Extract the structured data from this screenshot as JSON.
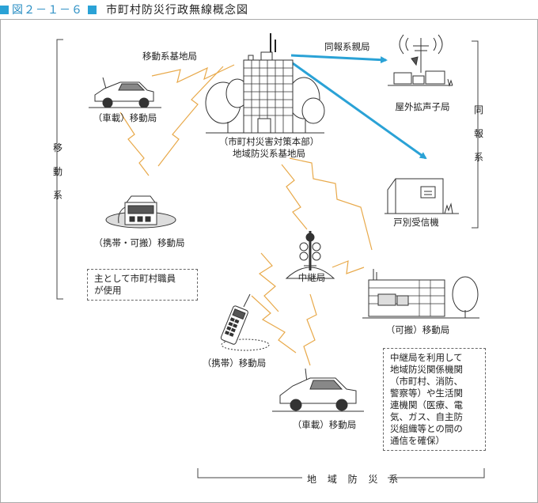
{
  "header": {
    "figure_number": "図２－１－６",
    "title": "市町村防災行政無線概念図"
  },
  "labels": {
    "mobile_base": "移動系基地局",
    "broadcast_parent": "同報系親局",
    "hq_line1": "（市町村災害対策本部）",
    "hq_line2": "地域防災系基地局",
    "outdoor_speaker": "屋外拡声子局",
    "household_receiver": "戸別受信機",
    "vehicle_mobile_top": "（車載）移動局",
    "portable_mobile": "（携帯・可搬）移動局",
    "relay_station": "中継局",
    "transportable_mobile": "（可搬）移動局",
    "handheld_mobile": "（携帯）移動局",
    "vehicle_mobile_bottom": "（車載）移動局"
  },
  "groups": {
    "mobile_system": [
      "移",
      "動",
      "系"
    ],
    "broadcast_system": [
      "同",
      "報",
      "系"
    ],
    "regional_system": "地 域 防 災 系"
  },
  "notes": {
    "staff_use": [
      "主として市町村職員",
      "が使用"
    ],
    "relay_use": [
      "中継局を利用して",
      "地域防災関係機関",
      "（市町村、消防、",
      "警察等）や生活関",
      "連機関（医療、電",
      "気、ガス、自主防",
      "災組織等との間の",
      "通信を確保）"
    ]
  },
  "colors": {
    "accent": "#2aa2d6",
    "radio_wave": "#e8a94a",
    "line": "#333333"
  }
}
